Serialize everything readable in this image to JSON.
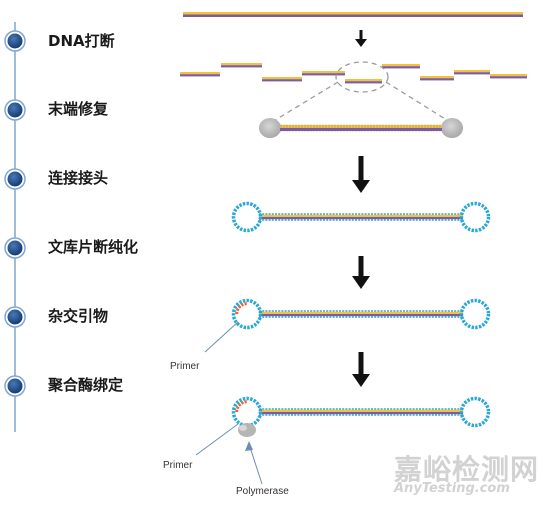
{
  "steps": [
    {
      "label": "DNA打断"
    },
    {
      "label": "末端修复"
    },
    {
      "label": "连接接头"
    },
    {
      "label": "文库片断纯化"
    },
    {
      "label": "杂交引物"
    },
    {
      "label": "聚合酶绑定"
    }
  ],
  "annotations": {
    "primer_1": "Primer",
    "primer_2": "Primer",
    "polymerase": "Polymerase"
  },
  "watermark": {
    "cn": "嘉峪检测网",
    "en": "AnyTesting.com"
  },
  "colors": {
    "timeline_line": "#7fa7cf",
    "timeline_dot": "#1f4e8c",
    "strand_yellow": "#f2c23a",
    "strand_purple": "#7b5aa6",
    "adapter_blue": "#2aa7d6",
    "primer_orange": "#e8643c",
    "end_repair_gray": "#bdbdbd",
    "arrow_black": "#111111"
  }
}
